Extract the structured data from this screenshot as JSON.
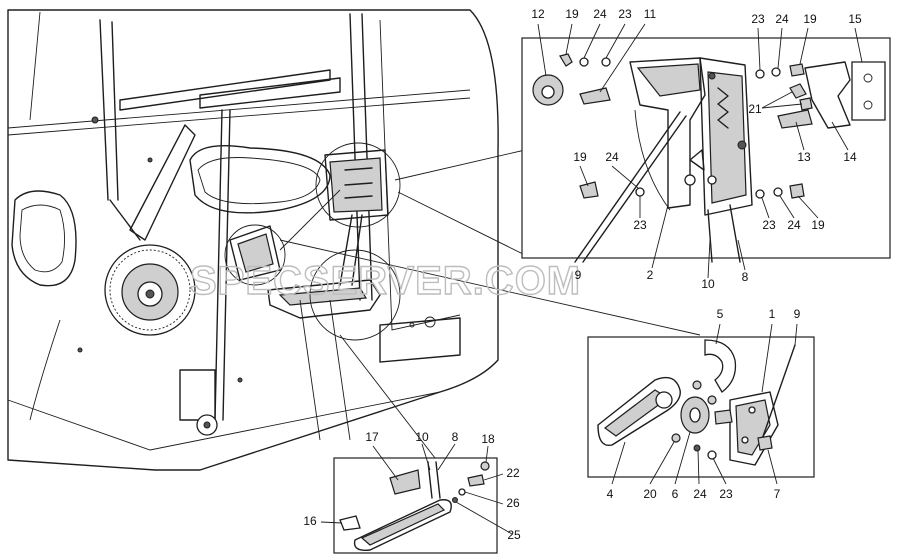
{
  "watermark": "SPECSERVER.COM",
  "labels": {
    "tr_12": "12",
    "tr_19a": "19",
    "tr_24a": "24",
    "tr_23a": "23",
    "tr_11": "11",
    "tr_23b": "23",
    "tr_24b": "24",
    "tr_19b": "19",
    "tr_15": "15",
    "tr_21": "21",
    "tr_13": "13",
    "tr_14": "14",
    "tr_19c": "19",
    "tr_24c": "24",
    "tr_23c": "23",
    "tr_23d": "23",
    "tr_24d": "24",
    "tr_19d": "19",
    "tr_9": "9",
    "tr_2": "2",
    "tr_10": "10",
    "tr_8": "8",
    "mr_5": "5",
    "mr_1": "1",
    "mr_9": "9",
    "mr_4": "4",
    "mr_20": "20",
    "mr_6": "6",
    "mr_24": "24",
    "mr_23": "23",
    "mr_7": "7",
    "b_17": "17",
    "b_10": "10",
    "b_8": "8",
    "b_18": "18",
    "b_22": "22",
    "b_26": "26",
    "b_16": "16",
    "b_25": "25"
  }
}
